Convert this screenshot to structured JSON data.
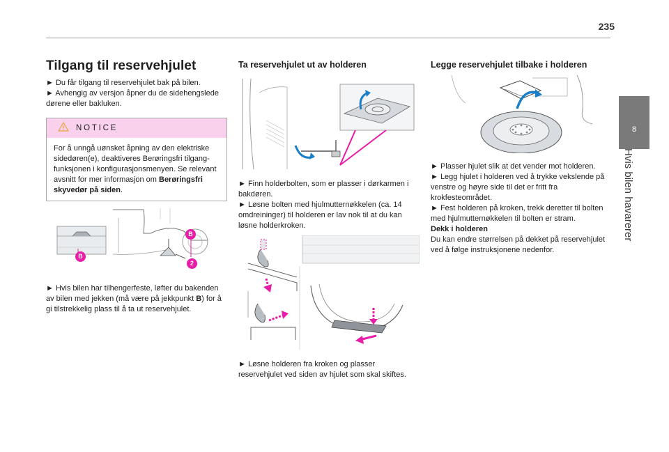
{
  "page": {
    "number": "235"
  },
  "side_tab": {
    "number": "8",
    "title": "Hvis bilen havarerer"
  },
  "col1": {
    "title": "Tilgang til reservehjulet",
    "bullet1": "► Du får tilgang til reservehjulet bak på bilen.",
    "bullet2": "► Avhengig av versjon åpner du de sidehengslede dørene eller bakluken.",
    "notice": {
      "label": "NOTICE",
      "text": "For å unngå uønsket åpning av den elektriske sidedøren(e), deaktiveres Berøringsfri tilgang-funksjonen i konfigurasjonsmenyen. Se relevant avsnitt for mer informasjon om",
      "bold": "Berøringsfri skyvedør på siden",
      "end": "."
    },
    "figure": {
      "badge_b": "B",
      "badge_2": "2"
    },
    "after_fig": {
      "a": "► Hvis bilen har tilhengerfeste, løfter du bakenden av bilen med jekken (må være på jekkpunkt ",
      "bold": "B",
      "b": ") for å gi tilstrekkelig plass til å ta ut reservehjulet."
    }
  },
  "col2": {
    "title": "Ta reservehjulet ut av holderen",
    "bullet1": "► Finn holderbolten, som er plasser i dørkarmen i bakdøren.",
    "bullet2": "► Løsne bolten med hjulmutternøkkelen (ca. 14 omdreininger) til holderen er lav nok til at du kan løsne holderkroken.",
    "bullet3": "► Løsne holderen fra kroken og plasser reservehjulet ved siden av hjulet som skal skiftes."
  },
  "col3": {
    "title": "Legge reservehjulet tilbake i holderen",
    "bullet1": "► Plasser hjulet slik at det vender mot holderen.",
    "bullet2": "► Legg hjulet i holderen ved å trykke vekslende på venstre og høyre side til det er fritt fra krokfesteområdet.",
    "bullet3": "► Fest holderen på kroken, trekk deretter til bolten med hjulmutternøkkelen til bolten er stram.",
    "subhead": "Dekk i holderen",
    "para": "Du kan endre størrelsen på dekket på reservehjulet ved å følge instruksjonene nedenfor."
  },
  "colors": {
    "accent": "#e81ca8",
    "notice_bg": "#fad1ec",
    "tab_gray": "#7a7a7a"
  },
  "icons": {
    "notice": "warning-triangle-icon"
  }
}
